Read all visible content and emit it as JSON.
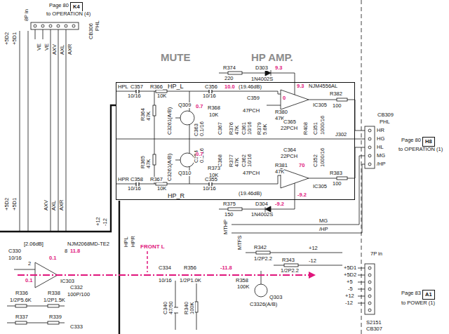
{
  "diagram": {
    "nodes": [
      {
        "text": [
          "HP_L",
          "HP_R"
        ]
      },
      {
        "text": [
          "K4"
        ]
      },
      {
        "text": [
          "H8"
        ]
      },
      {
        "text": [
          "A1"
        ]
      }
    ],
    "labels": [
      "8P in",
      "+5D2",
      "+5D1",
      "Page 80",
      "to OPERATION (4)",
      "CB306",
      "PHL",
      "VE",
      "VE",
      "AXV",
      "AXL",
      "AXR",
      "+5D2",
      "+5D1",
      "AXV",
      "AXL",
      "AXR",
      "MUTE",
      "HP AMP.",
      "HPL",
      "C357",
      "10/16",
      "R366",
      "10K",
      "C356",
      "10/16",
      "R364",
      "47K",
      "Q309",
      "0.7",
      "C3261(A/B)",
      "R368",
      "10K",
      "C363",
      "0.1/16",
      "C367",
      "R376",
      "47K",
      "C361",
      "10/16",
      "R379",
      "5.6K",
      "R374",
      "220",
      "D303",
      "9.3",
      "1N4002S",
      "10.0",
      "(19.46dB)",
      "C359",
      "47PCH",
      "R380",
      "47K",
      "NJM4556AL",
      "9.3",
      "0",
      "IC305",
      "R382",
      "100",
      "C365",
      "22PCH",
      "R408",
      "C351",
      "1000/16",
      "J302",
      "C354",
      "0.1/16",
      "C368",
      "R377",
      "47K",
      "C362",
      "10/16",
      "R381",
      "47K",
      "C364",
      "22PCH",
      "47PCH",
      "70",
      "IC305",
      "C352",
      "1000/16",
      "R383",
      "100",
      "R365",
      "47K",
      "Q310",
      "0.7",
      "C3261(A/B)",
      "R373",
      "10K",
      "HPR",
      "C358",
      "10/16",
      "R367",
      "10K",
      "C355",
      "10/16",
      "(19.46dB)",
      "-9.2",
      "R375",
      "150",
      "D304",
      "-9.2",
      "1N4002S",
      "HR",
      "HG",
      "HL",
      "MG",
      "/HP",
      "CB309",
      "PHL",
      "Page 80",
      "to OPERATION (1)",
      "+12",
      "-12",
      "HPL",
      "HPR",
      "MTHP",
      "MTFS",
      "MG",
      "/HP",
      "R342",
      "1/2P2.2",
      "R343",
      "1/2P2.2",
      "+12",
      "-12",
      "7P in",
      "+5D1",
      "+5D2",
      "+5",
      "-5",
      "+12",
      "-12",
      "Page 83",
      "to POWER (1)",
      "S2151",
      "CB307",
      "FRONT L",
      "[2.06dB]",
      "NJM2068MD-TE2",
      "C330",
      "10/16",
      "8",
      "11.8",
      "0.1",
      "2",
      "0.1",
      "IC303",
      "C332",
      "100P/100",
      "R336",
      "1/2P5.6K",
      "R338",
      "1/2P1.5K",
      "R337",
      "R339",
      "C333",
      "C334",
      "10/16",
      "R356",
      "1/2P1.0K",
      "-11.8",
      "R358",
      "100K",
      "Q303",
      "C3326(A/B)",
      "C340",
      "47/50",
      "R340",
      "100K"
    ]
  }
}
